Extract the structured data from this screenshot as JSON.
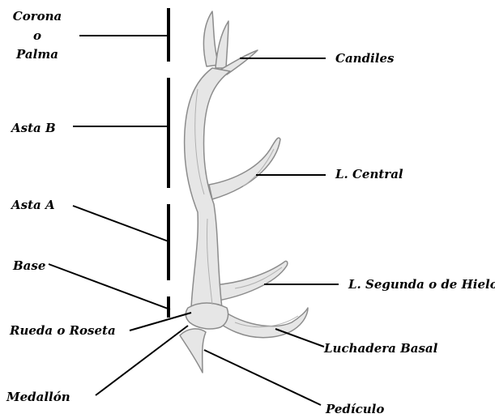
{
  "diagram": {
    "colors": {
      "ink": "#000000",
      "antler_fill": "#e6e6e6",
      "antler_stroke": "#8c8c8c",
      "background": "#ffffff"
    },
    "left_labels": {
      "corona_line1": "Corona",
      "corona_line2": "o",
      "corona_line3": "Palma",
      "asta_b": "Asta B",
      "asta_a": "Asta A",
      "base": "Base",
      "rueda": "Rueda o Roseta",
      "medallon": "Medallón"
    },
    "right_labels": {
      "candiles": "Candiles",
      "l_central": "L. Central",
      "l_segunda": "L. Segunda o de Hielo",
      "luchadera": "Luchadera Basal",
      "pediculo": "Pedículo"
    }
  }
}
